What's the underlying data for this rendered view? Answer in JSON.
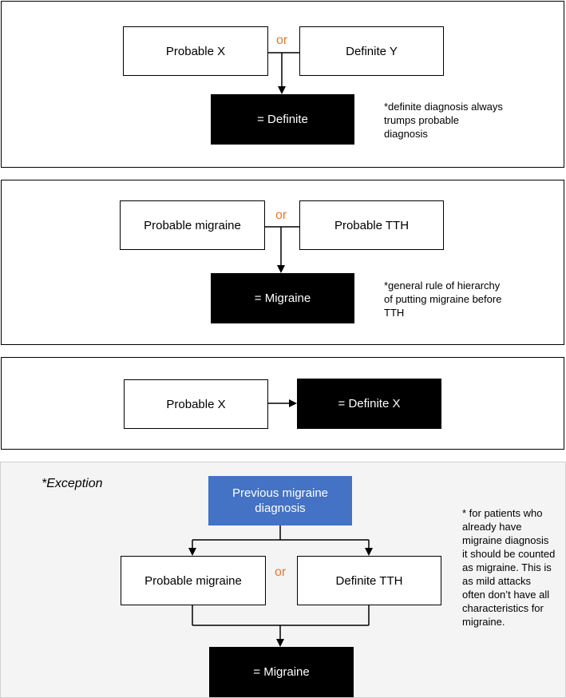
{
  "panel1": {
    "left_box": "Probable X",
    "or": "or",
    "right_box": "Definite Y",
    "result": "= Definite",
    "note": "*definite diagnosis always trumps probable diagnosis"
  },
  "panel2": {
    "left_box": "Probable migraine",
    "or": "or",
    "right_box": "Probable TTH",
    "result": "= Migraine",
    "note": "*general rule of hierarchy of putting migraine before TTH"
  },
  "panel3": {
    "left_box": "Probable X",
    "result": "= Definite X"
  },
  "panel4": {
    "title": "*Exception",
    "top_box": "Previous migraine diagnosis",
    "left_box": "Probable migraine",
    "or": "or",
    "right_box": "Definite TTH",
    "result": "= Migraine",
    "note": "* for patients who already have migraine diagnosis it should be counted as migraine. This is as mild attacks often don’t have all characteristics for migraine."
  }
}
